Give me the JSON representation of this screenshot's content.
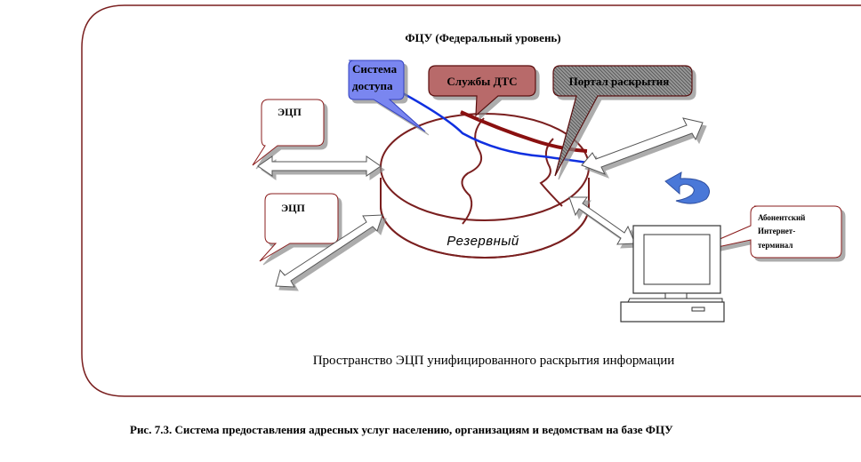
{
  "header": {
    "title": "ФЦУ (Федеральный уровень)"
  },
  "callouts": {
    "access_system_line1": "Система",
    "access_system_line2": "доступа",
    "dts_services": "Службы ДТС",
    "disclosure_portal": "Портал раскрытия",
    "ecp_top": "ЭЦП",
    "ecp_bottom": "ЭЦП",
    "terminal_line1": "Абонентский",
    "terminal_line2": "Интернет-",
    "terminal_line3": "терминал"
  },
  "disk": {
    "reserve_label": "Резервный"
  },
  "footer": {
    "space_caption": "Пространство ЭЦП унифицированного раскрытия информации"
  },
  "figure": {
    "caption": "Рис. 7.3. Система предоставления адресных услуг населению, организациям и ведомствам на базе ФЦУ"
  },
  "colors": {
    "frame": "#7a1f1f",
    "disk_stroke": "#7a1f1f",
    "dts_fill": "#b86a6a",
    "access_fill": "#7a86f0",
    "blue_line": "#1030e0",
    "dark_red_line": "#8a1010",
    "reload_arrow": "#4a78d8"
  }
}
